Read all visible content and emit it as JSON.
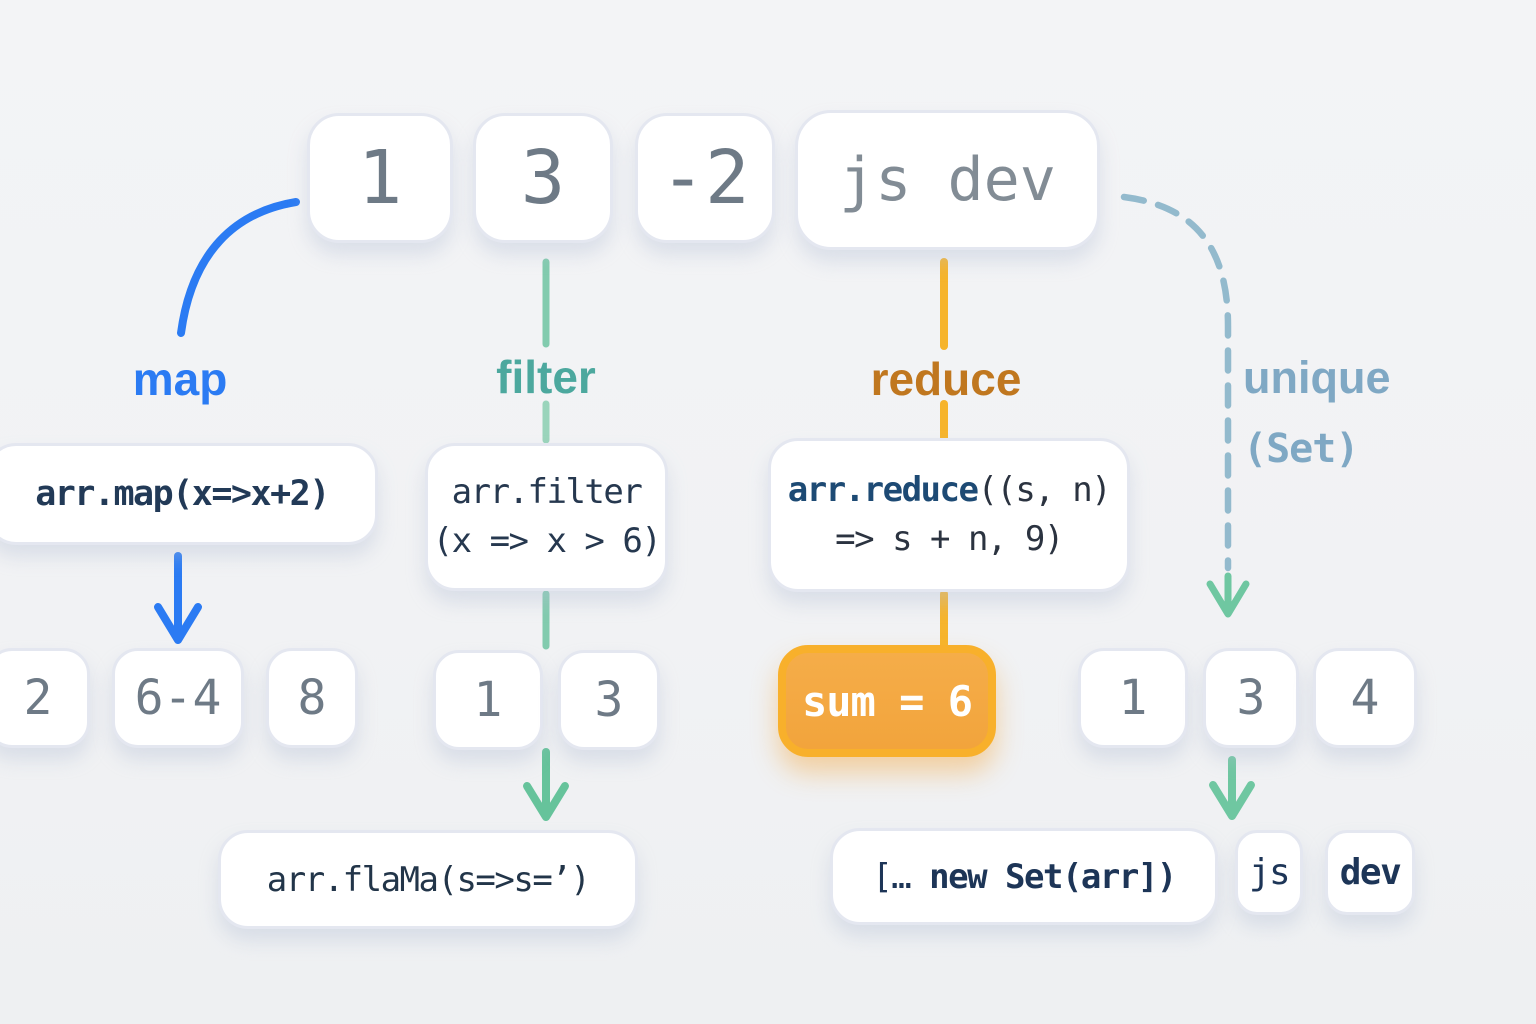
{
  "diagram_title": "javascript array methods: map, filter, reduce, unique",
  "colors": {
    "background": "#f1f2f4",
    "map_blue": "#2b7bf3",
    "filter_teal": "#4ca89e",
    "teal_line": "#82cbae",
    "green_arrow": "#66c39b",
    "reduce_orange": "#c0771f",
    "amber_line": "#f6b42c",
    "sum_fill": "#f2a43c",
    "sum_border": "#f8b02b",
    "unique_blue": "#7fa8c4",
    "dashed_line": "#93bacd",
    "box_border": "#e4e7f0",
    "number_gray": "#6e7a86",
    "code_navy": "#26384f"
  },
  "source_row": {
    "items": [
      "1",
      "3",
      "-2",
      "js dev"
    ]
  },
  "map": {
    "label": "map",
    "code": "arr.map(x=>x+2)",
    "results": [
      "2",
      "6-4",
      "8"
    ]
  },
  "filter": {
    "label": "filter",
    "code_line1": "arr.filter",
    "code_line2": "(x => x > 6)",
    "results": [
      "1",
      "3"
    ],
    "flatmap_code": "arr.flaMa(s=>s=’)"
  },
  "reduce": {
    "label": "reduce",
    "code_bold": "arr.reduce",
    "code_rest": "((s, n)",
    "code_line2": "=> s + n, 9)",
    "result": "sum = 6"
  },
  "unique": {
    "label": "unique",
    "sublabel": "(Set)",
    "results": [
      "1",
      "3",
      "4"
    ],
    "set_code_prefix": "[… ",
    "set_code_main": "new Set(arr])",
    "tokens": [
      "js",
      "dev"
    ]
  }
}
